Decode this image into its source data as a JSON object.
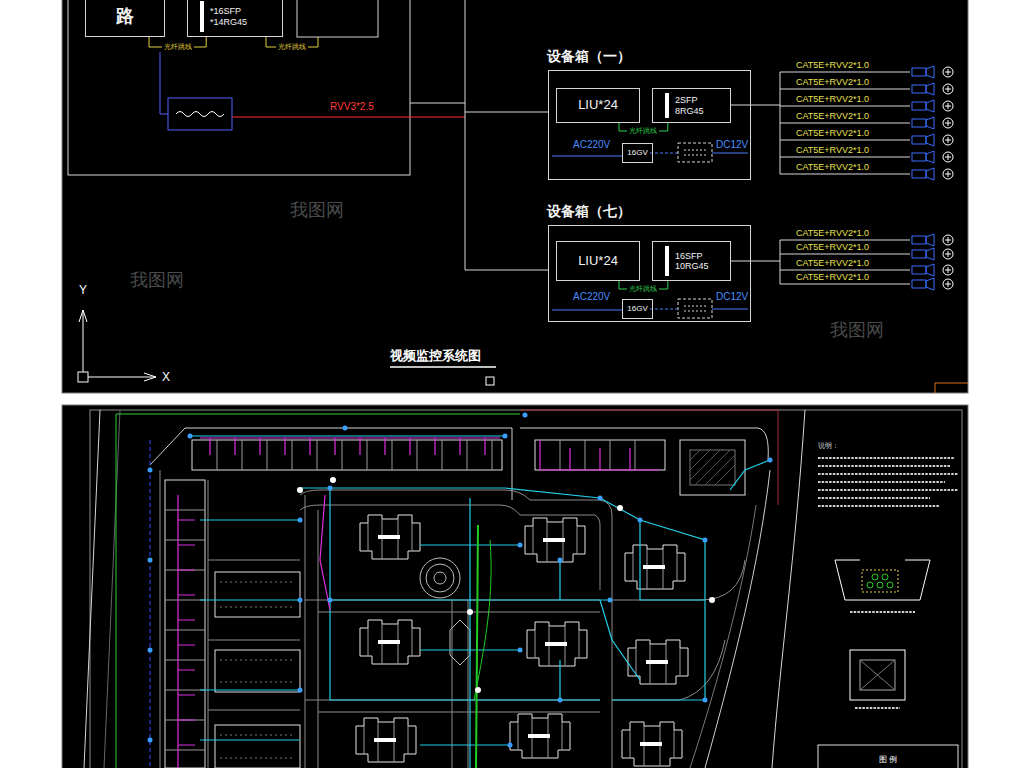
{
  "diagram": {
    "title": "视频监控系统图",
    "nodes": [
      {
        "text": [
          "路"
        ]
      },
      {
        "text": [
          "*16SFP",
          "*14RG45"
        ]
      },
      {
        "text": [
          "设备箱（一）"
        ]
      },
      {
        "text": [
          "LIU*24"
        ],
        "in": 2
      },
      {
        "text": [
          "2SFP",
          "8RG45"
        ],
        "in": 2
      },
      {
        "text": [
          "16GV"
        ],
        "in": 2
      },
      {
        "text": [
          "设备箱（七）"
        ]
      },
      {
        "text": [
          "LIU*24"
        ],
        "in": 6
      },
      {
        "text": [
          "16SFP",
          "10RG45"
        ],
        "in": 6
      },
      {
        "text": [
          "16GV"
        ],
        "in": 6
      }
    ],
    "edges": [
      {
        "from": 0,
        "to": 1,
        "arrow": "none",
        "label": "光纤跳线"
      },
      {
        "from": 3,
        "to": 4,
        "arrow": "none",
        "label": "光纤跳线"
      },
      {
        "from": 7,
        "to": 8,
        "arrow": "none",
        "label": "光纤跳线"
      }
    ],
    "labels": [
      "光纤跳线",
      "RVV3*2.5",
      "AC220V",
      "DC12V",
      "CAT5E+RVV2*1.0",
      "CAT5E+RVV2*1.0",
      "CAT5E+RVV2*1.0",
      "CAT5E+RVV2*1.0",
      "CAT5E+RVV2*1.0",
      "CAT5E+RVV2*1.0",
      "CAT5E+RVV2*1.0",
      "AC220V",
      "DC12V",
      "CAT5E+RVV2*1.0",
      "CAT5E+RVV2*1.0",
      "CAT5E+RVV2*1.0",
      "CAT5E+RVV2*1.0",
      "Y",
      "X",
      "说明：",
      "图 例",
      "我图网",
      "我图网",
      "我图网"
    ]
  }
}
